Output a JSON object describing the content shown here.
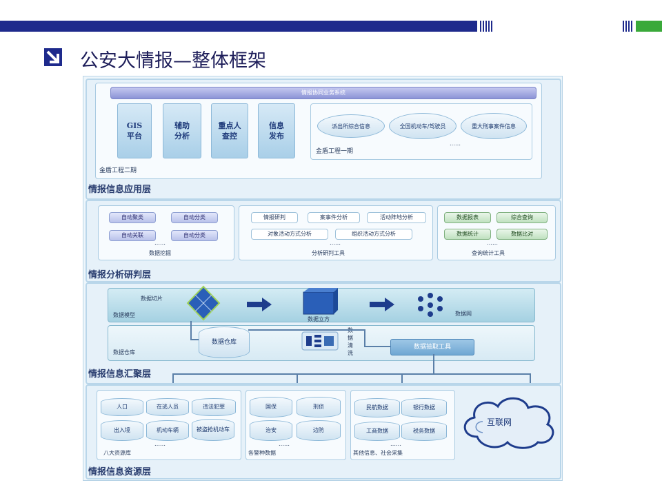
{
  "slide": {
    "title": "公安大情报—整体框架",
    "colors": {
      "navy": "#1e2a8c",
      "green": "#3aa93a"
    }
  },
  "diagram": {
    "application_layer": {
      "label": "情报信息应用层",
      "top_system": "情报协同业务系统",
      "phase2_label": "金盾工程二期",
      "phase2_boxes": [
        "GIS\n平台",
        "辅助\n分析",
        "重点人\n查控",
        "信息\n发布"
      ],
      "phase1_label": "金盾工程一期",
      "phase1_items": [
        "派出所综合信息",
        "全国机动车/驾驶员",
        "重大刑事案件信息"
      ],
      "phase1_more": "……"
    },
    "analysis_layer": {
      "label": "情报分析研判层",
      "mining": {
        "label": "数据挖掘",
        "items": [
          "自动聚类",
          "自动分类",
          "自动关联",
          "自动分类"
        ],
        "more": "……"
      },
      "tools": {
        "label": "分析研判工具",
        "items": [
          "情报研判",
          "案事件分析",
          "活动阵地分析",
          "对象活动方式分析",
          "组织活动方式分析"
        ],
        "more": "……"
      },
      "query": {
        "label": "查询统计工具",
        "items": [
          "数据报表",
          "综合查询",
          "数据统计",
          "数据比对"
        ],
        "more": "……"
      }
    },
    "aggregation_layer": {
      "label": "情报信息汇聚层",
      "model_label": "数据模型",
      "slice_label": "数据切片",
      "cube_label": "数据立方",
      "net_label": "数据网",
      "warehouse_label": "数据仓库",
      "warehouse_cyl": "数据仓库",
      "clean_label": "数据清洗",
      "extract_label": "数据抽取工具"
    },
    "resource_layer": {
      "label": "情报信息资源层",
      "eight_libs": {
        "label": "八大资源库",
        "items": [
          "人口",
          "在逃人员",
          "违法犯罪",
          "出入境",
          "机动车辆",
          "被盗抢机动车"
        ],
        "more": "……"
      },
      "police": {
        "label": "各警种数据",
        "items": [
          "国保",
          "刑侦",
          "治安",
          "边防"
        ],
        "more": "……"
      },
      "social": {
        "label": "其他信息、社会采集",
        "items": [
          "民航数据",
          "银行数据",
          "工商数据",
          "税务数据"
        ],
        "more": "……"
      },
      "internet": "互联网"
    }
  }
}
